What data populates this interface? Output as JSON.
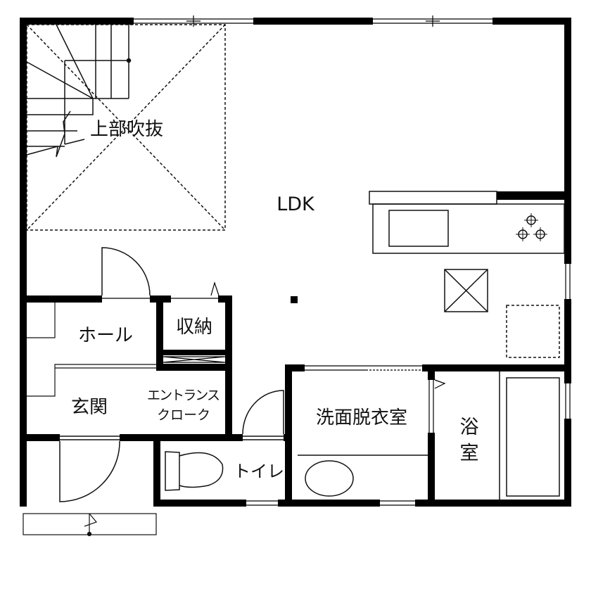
{
  "plan": {
    "colors": {
      "wall": "#000000",
      "line": "#111111",
      "background": "#ffffff"
    },
    "rooms": {
      "void": "上部吹抜",
      "ldk": "LDK",
      "hall": "ホール",
      "storage": "収納",
      "genkan": "玄関",
      "closet_line1": "エントランス",
      "closet_line2": "クローク",
      "washroom": "洗面脱衣室",
      "bath_1": "浴",
      "bath_2": "室",
      "toilet": "トイレ"
    }
  }
}
